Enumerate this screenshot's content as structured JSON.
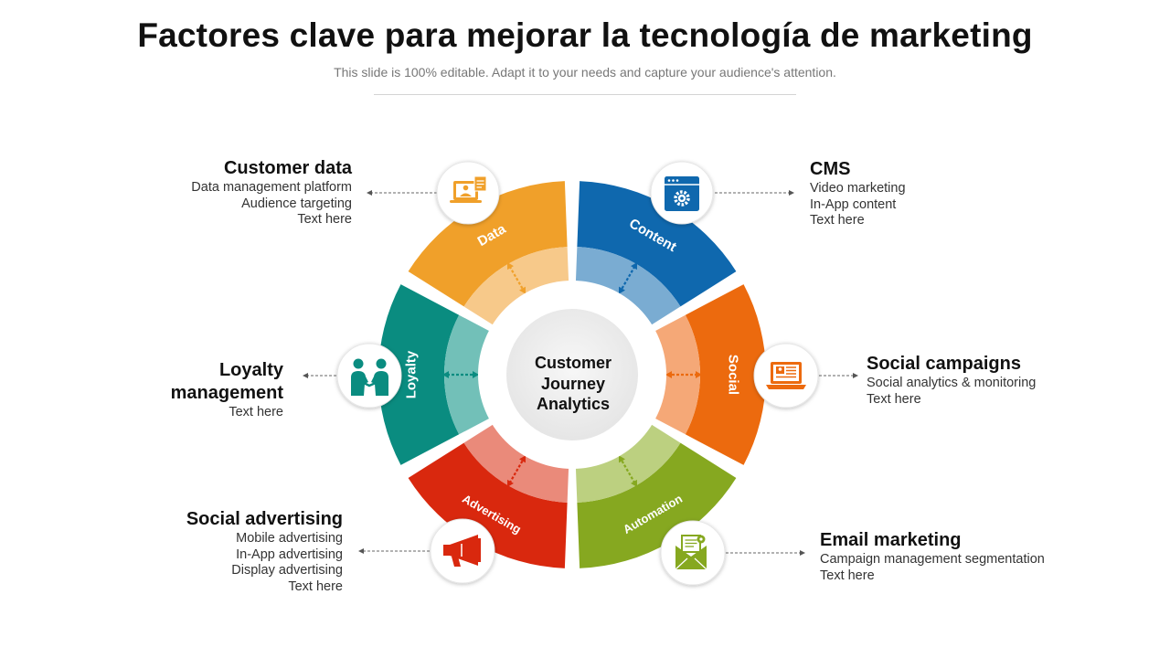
{
  "header": {
    "title": "Factores clave para mejorar la tecnología de marketing",
    "subtitle": "This slide is 100% editable. Adapt it to your needs and capture your audience's attention."
  },
  "center": {
    "label": "Customer Journey Analytics"
  },
  "segments": [
    {
      "label": "Data",
      "color": "#F0A02A",
      "inner_color": "#F7C98A",
      "icon": "monitor-user-icon"
    },
    {
      "label": "Content",
      "color": "#0F68AE",
      "inner_color": "#7AACD2",
      "icon": "browser-settings-icon"
    },
    {
      "label": "Social",
      "color": "#EC6A0E",
      "inner_color": "#F5A877",
      "icon": "laptop-profile-icon"
    },
    {
      "label": "Automation",
      "color": "#86A820",
      "inner_color": "#BCD080",
      "icon": "email-automation-icon"
    },
    {
      "label": "Advertising",
      "color": "#D9280E",
      "inner_color": "#EA8A7A",
      "icon": "megaphone-icon"
    },
    {
      "label": "Loyalty",
      "color": "#0A8C80",
      "inner_color": "#72C0B8",
      "icon": "handshake-people-icon"
    }
  ],
  "blocks": {
    "customer_data": {
      "heading": "Customer data",
      "lines": [
        "Data management platform",
        "Audience targeting",
        "Text here"
      ]
    },
    "cms": {
      "heading": "CMS",
      "lines": [
        "Video marketing",
        "In-App content",
        "Text here"
      ]
    },
    "loyalty": {
      "heading": "Loyalty management",
      "lines": [
        "Text here"
      ]
    },
    "social_campaigns": {
      "heading": "Social campaigns",
      "lines": [
        "Social analytics & monitoring",
        "Text here"
      ]
    },
    "social_advertising": {
      "heading": "Social advertising",
      "lines": [
        "Mobile advertising",
        "In-App advertising",
        "Display advertising",
        "Text here"
      ]
    },
    "email_marketing": {
      "heading": "Email marketing",
      "lines": [
        "Campaign management segmentation",
        "Text here"
      ]
    }
  }
}
